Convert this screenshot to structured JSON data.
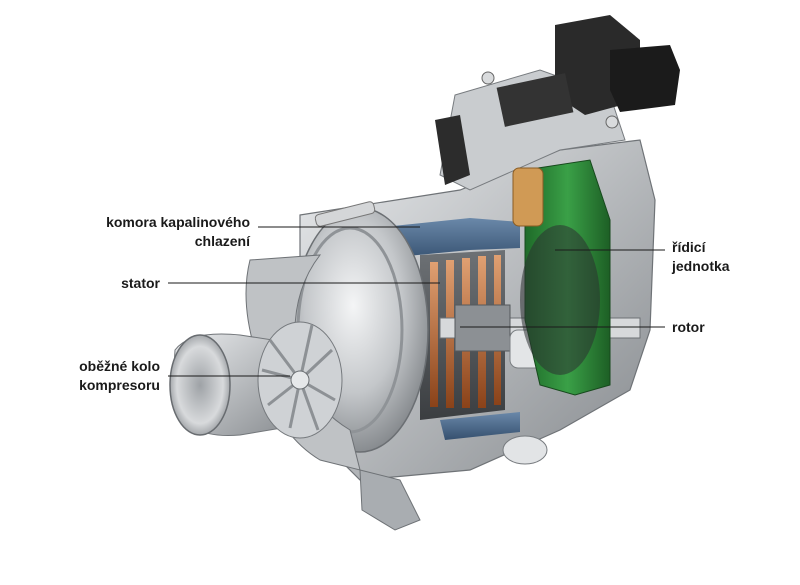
{
  "labels": {
    "coolant_chamber": {
      "line1": "komora kapalinového",
      "line2": "chlazení"
    },
    "stator": "stator",
    "impeller": {
      "line1": "oběžné kolo",
      "line2": "kompresoru"
    },
    "control_unit": {
      "line1": "řídicí",
      "line2": "jednotka"
    },
    "rotor": "rotor"
  },
  "colors": {
    "housing": "#b9bcbf",
    "coolant": "#4f6f93",
    "copper": "#b2622c",
    "pcb": "#2f8a3a",
    "connector": "#1e1e1e"
  }
}
